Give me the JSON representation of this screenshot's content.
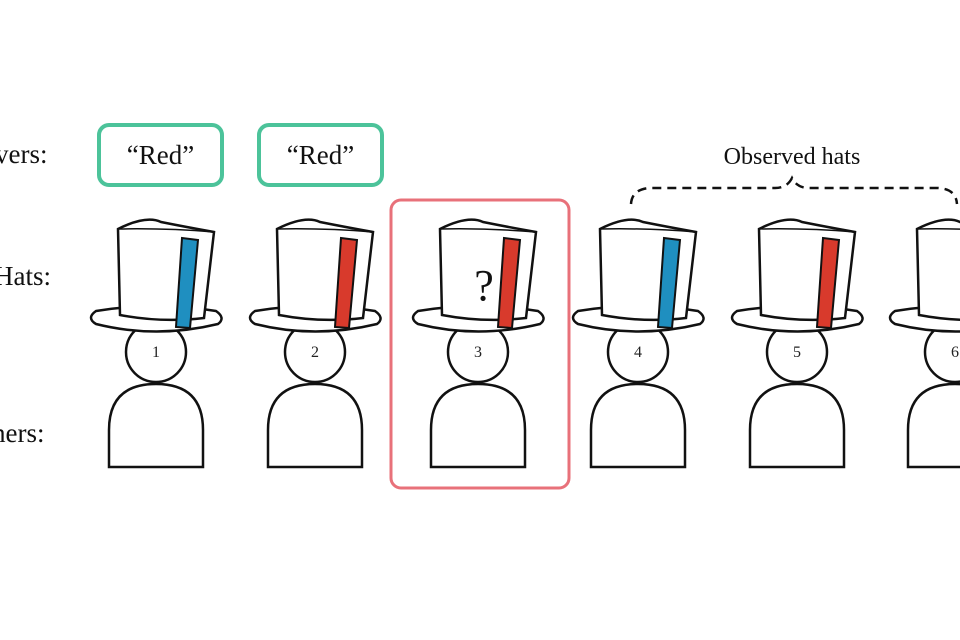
{
  "row_labels": {
    "answers": "vers:",
    "hats": "Hats:",
    "players": "hers:"
  },
  "answers": [
    "“Red”",
    "“Red”"
  ],
  "observed_label": "Observed hats",
  "unknown_marker": "?",
  "colors": {
    "red": "#d83a2c",
    "blue": "#1f8fc0",
    "answer_box": "#4cc39a",
    "current_box": "#e8717a",
    "ink": "#111111"
  },
  "players": [
    {
      "number": "1",
      "hat": "blue"
    },
    {
      "number": "2",
      "hat": "red"
    },
    {
      "number": "3",
      "hat": "red",
      "unknown": true
    },
    {
      "number": "4",
      "hat": "blue"
    },
    {
      "number": "5",
      "hat": "red"
    },
    {
      "number": "6",
      "hat": "none"
    }
  ]
}
